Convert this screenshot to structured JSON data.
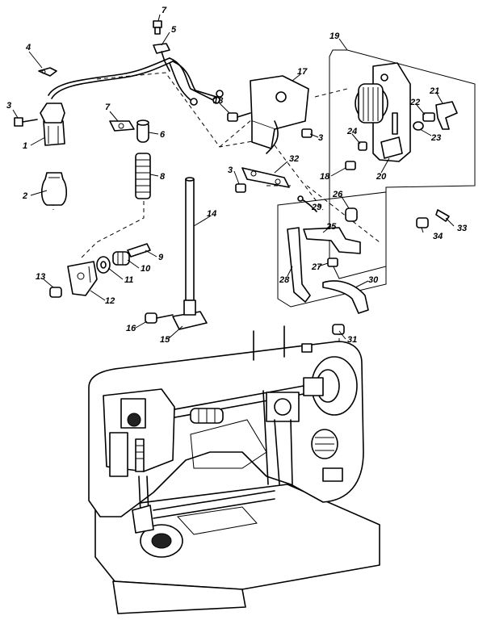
{
  "callouts": [
    {
      "id": "1",
      "text": "1"
    },
    {
      "id": "2",
      "text": "2"
    },
    {
      "id": "3a",
      "text": "3"
    },
    {
      "id": "4",
      "text": "4"
    },
    {
      "id": "5",
      "text": "5"
    },
    {
      "id": "6",
      "text": "6"
    },
    {
      "id": "7a",
      "text": "7"
    },
    {
      "id": "7b",
      "text": "7"
    },
    {
      "id": "8",
      "text": "8"
    },
    {
      "id": "9",
      "text": "9"
    },
    {
      "id": "10",
      "text": "10"
    },
    {
      "id": "11",
      "text": "11"
    },
    {
      "id": "12",
      "text": "12"
    },
    {
      "id": "13",
      "text": "13"
    },
    {
      "id": "14",
      "text": "14"
    },
    {
      "id": "15",
      "text": "15"
    },
    {
      "id": "16",
      "text": "16"
    },
    {
      "id": "17",
      "text": "17"
    },
    {
      "id": "18a",
      "text": "18"
    },
    {
      "id": "18b",
      "text": "18"
    },
    {
      "id": "19",
      "text": "19"
    },
    {
      "id": "20",
      "text": "20"
    },
    {
      "id": "21",
      "text": "21"
    },
    {
      "id": "22",
      "text": "22"
    },
    {
      "id": "23",
      "text": "23"
    },
    {
      "id": "24",
      "text": "24"
    },
    {
      "id": "3b",
      "text": "3"
    },
    {
      "id": "3c",
      "text": "3"
    },
    {
      "id": "25",
      "text": "25"
    },
    {
      "id": "26",
      "text": "26"
    },
    {
      "id": "27",
      "text": "27"
    },
    {
      "id": "28",
      "text": "28"
    },
    {
      "id": "29",
      "text": "29"
    },
    {
      "id": "30",
      "text": "30"
    },
    {
      "id": "31",
      "text": "31"
    },
    {
      "id": "32",
      "text": "32"
    },
    {
      "id": "33",
      "text": "33"
    },
    {
      "id": "34",
      "text": "34"
    }
  ]
}
